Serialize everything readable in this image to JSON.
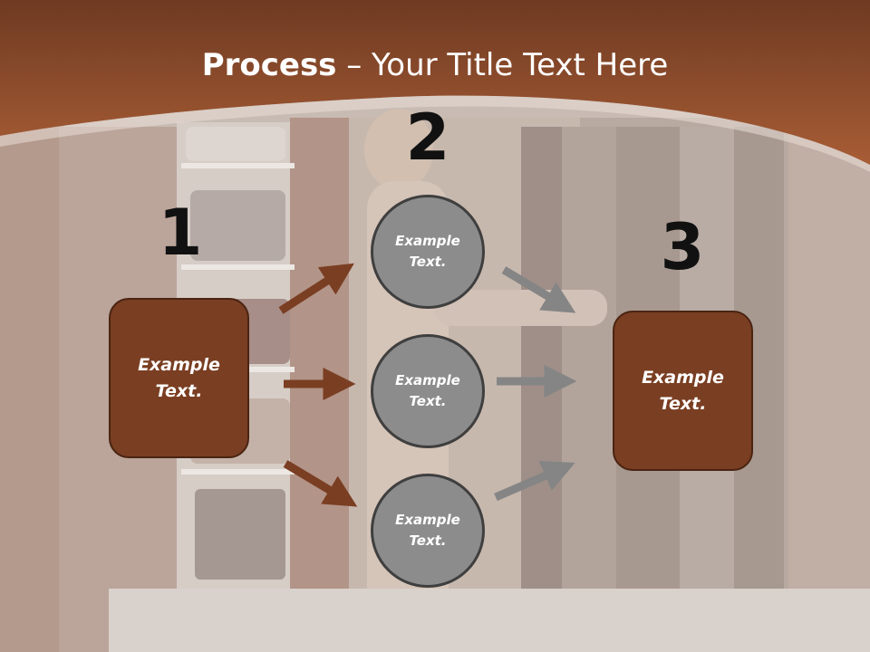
{
  "slide": {
    "title_bold": "Process",
    "title_rest": " – Your Title Text Here"
  },
  "steps": [
    {
      "number": "1",
      "text": "Example Text."
    },
    {
      "number": "2",
      "circles": [
        {
          "text": "Example Text."
        },
        {
          "text": "Example Text."
        },
        {
          "text": "Example Text."
        }
      ]
    },
    {
      "number": "3",
      "text": "Example Text."
    }
  ],
  "colors": {
    "header": "#8a4a2b",
    "box_fill": "#7a3e22",
    "circle_fill": "#8c8c8c",
    "arrow_left": "#7a3e22",
    "arrow_right": "#858585"
  }
}
